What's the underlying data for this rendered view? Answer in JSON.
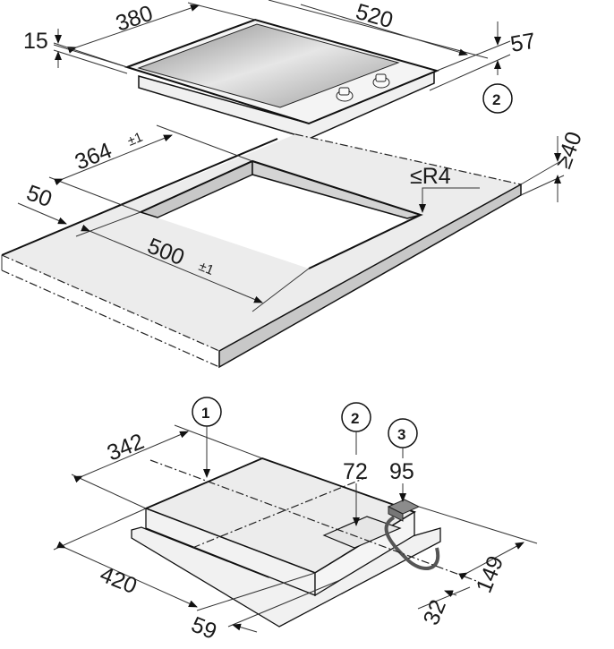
{
  "figure": {
    "title": "Hob installation dimensions",
    "colors": {
      "background": "#ffffff",
      "line": "#111111",
      "worktop_surface": "#ececec",
      "worktop_edge": "#c8c8c8",
      "hob_glass_dark": "#8a8a8a",
      "hob_glass_light": "#e6e6e6",
      "connection_box": "#8c8c8c",
      "cable": "#555555"
    }
  },
  "top_view": {
    "name": "Hob appliance",
    "dimensions": {
      "depth": "380",
      "width": "520",
      "frame_height": "15",
      "built_in_depth": "57"
    },
    "callouts": [
      {
        "id": "2"
      }
    ],
    "knob_count": 2
  },
  "cutout_view": {
    "name": "Worktop cut-out",
    "dimensions": {
      "cutout_depth": "364",
      "cutout_depth_tol": "±1",
      "cutout_width": "500",
      "cutout_width_tol": "±1",
      "front_distance": "50",
      "corner_radius": "≤R4",
      "worktop_thickness": "≥40"
    }
  },
  "bottom_view": {
    "name": "Underside of hob",
    "dimensions": {
      "body_depth": "342",
      "body_width": "420",
      "front_offset": "59",
      "callout2_height": "72",
      "callout3_height": "95",
      "rear_offset": "149",
      "side_offset": "32"
    },
    "callouts": [
      {
        "id": "1"
      },
      {
        "id": "2"
      },
      {
        "id": "3"
      }
    ]
  }
}
